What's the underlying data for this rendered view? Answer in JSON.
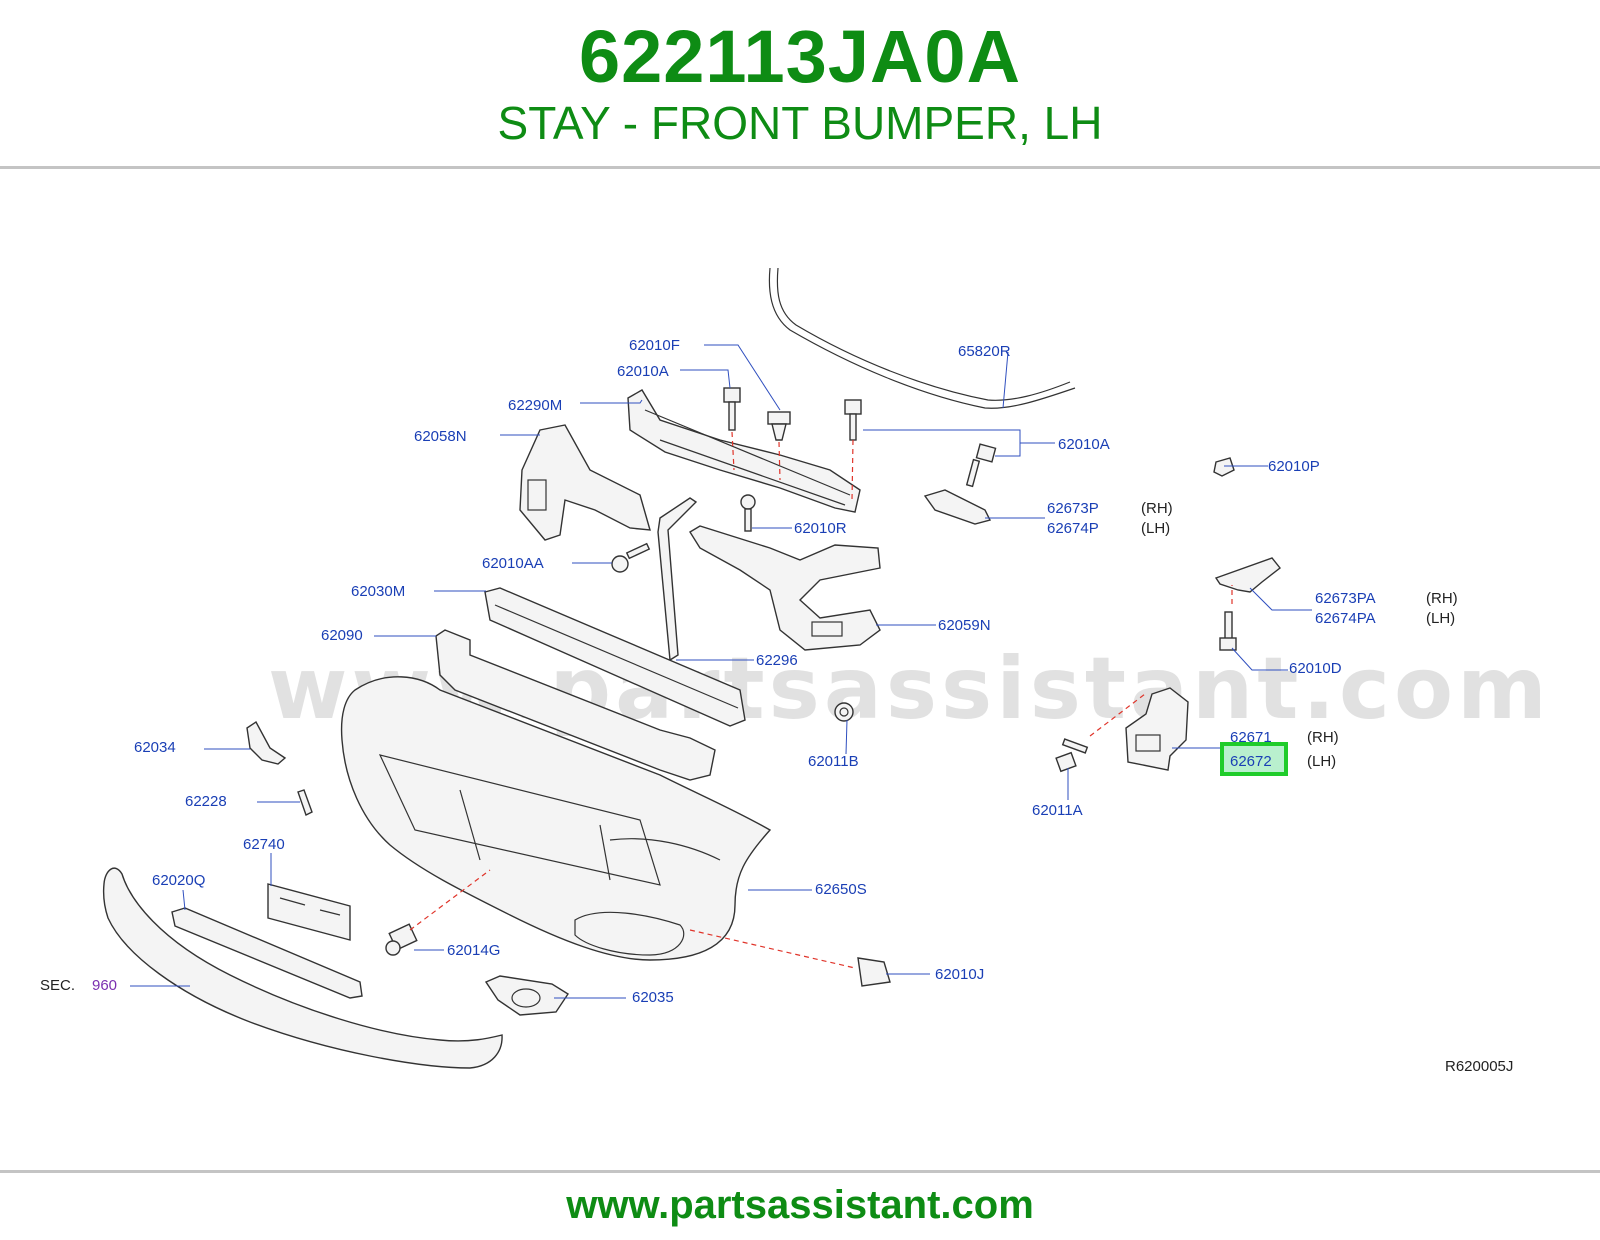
{
  "header": {
    "part_number": "622113JA0A",
    "description": "STAY - FRONT BUMPER, LH"
  },
  "footer": {
    "url": "www.partsassistant.com"
  },
  "watermark": "www.partsassistant.com",
  "diagram_code": "R620005J",
  "highlight_color": "#1fcc2a",
  "callouts": {
    "c65820R": "65820R",
    "c62010F": "62010F",
    "c62010A_1": "62010A",
    "c62290M": "62290M",
    "c62058N": "62058N",
    "c62010A_2": "62010A",
    "c62010P": "62010P",
    "c62673P": "62673P",
    "c62674P": "62674P",
    "c62010R": "62010R",
    "c62010AA": "62010AA",
    "c62030M": "62030M",
    "c62090": "62090",
    "c62059N": "62059N",
    "c62673PA": "62673PA",
    "c62674PA": "62674PA",
    "c62296": "62296",
    "c62010D": "62010D",
    "c62034": "62034",
    "c62011B": "62011B",
    "c62671": "62671",
    "c62672": "62672",
    "c62228": "62228",
    "c62011A": "62011A",
    "c62740": "62740",
    "c62020Q": "62020Q",
    "c62650S": "62650S",
    "c62014G": "62014G",
    "c62010J": "62010J",
    "c62035": "62035"
  },
  "notes": {
    "rh_1": "(RH)",
    "lh_1": "(LH)",
    "rh_2": "(RH)",
    "lh_2": "(LH)",
    "rh_3": "(RH)",
    "lh_3": "(LH)",
    "sec_label": "SEC.",
    "sec_number": "960"
  }
}
